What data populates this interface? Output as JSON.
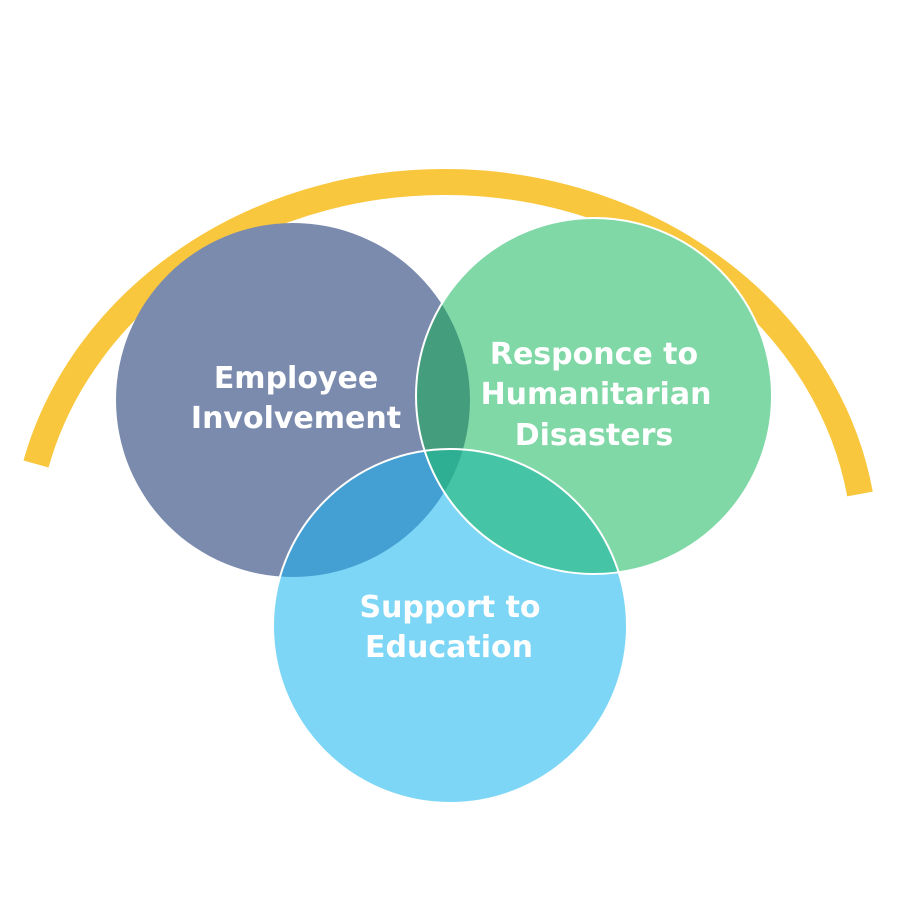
{
  "colors": {
    "arc": "#F9C73E",
    "employee": "#7B8BAE",
    "humanitarian": "#7FD8A6",
    "education": "#7DD6F6",
    "employee_humanitarian_overlap": "#449E7E",
    "employee_education_overlap": "#449FD2",
    "humanitarian_education_overlap": "#45C4A6",
    "triple_overlap": "#2EAE93",
    "outline": "#ffffff"
  },
  "circles": {
    "employee": {
      "line1": "Employee",
      "line2": "Involvement"
    },
    "humanitarian": {
      "line1": "Responce to",
      "line2": "Humanitarian",
      "line3": "Disasters"
    },
    "education": {
      "line1": "Support to",
      "line2": "Education"
    }
  }
}
